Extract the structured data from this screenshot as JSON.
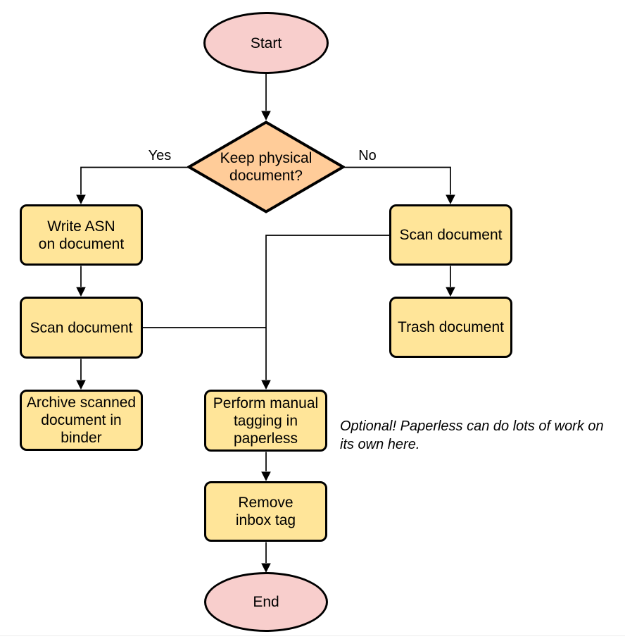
{
  "nodes": {
    "start": {
      "label": "Start"
    },
    "decision": {
      "label": "Keep physical\ndocument?"
    },
    "write_asn": {
      "label": "Write ASN\non document"
    },
    "scan_left": {
      "label": "Scan document"
    },
    "archive": {
      "label": "Archive scanned\ndocument in\nbinder"
    },
    "scan_right": {
      "label": "Scan document"
    },
    "trash": {
      "label": "Trash document"
    },
    "tagging": {
      "label": "Perform manual\ntagging in\npaperless"
    },
    "remove_inbox": {
      "label": "Remove\ninbox tag"
    },
    "end": {
      "label": "End"
    }
  },
  "edge_labels": {
    "yes": "Yes",
    "no": "No"
  },
  "note": {
    "text": "Optional! Paperless can do lots of work on\nits own here."
  },
  "colors": {
    "terminal_fill": "#f8cecc",
    "decision_fill": "#ffcc99",
    "process_fill": "#ffe599",
    "stroke": "#000000",
    "background": "#ffffff"
  }
}
